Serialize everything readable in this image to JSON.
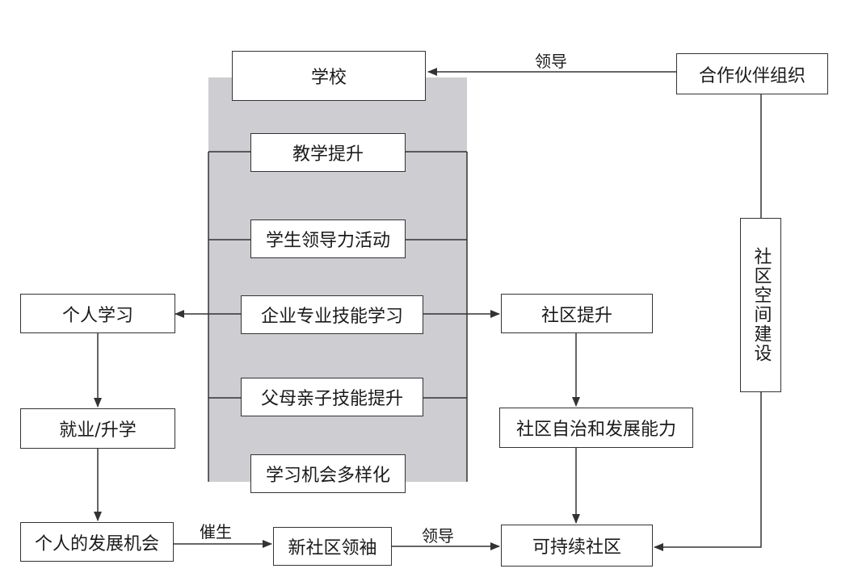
{
  "nodes": {
    "school": "学校",
    "teaching": "教学提升",
    "student_leadership": "学生领导力活动",
    "enterprise_skills": "企业专业技能学习",
    "parent_skills": "父母亲子技能提升",
    "diverse_learning": "学习机会多样化",
    "partner_org": "合作伙伴组织",
    "community_space": "社区空间建设",
    "personal_learning": "个人学习",
    "employment": "就业/升学",
    "personal_development": "个人的发展机会",
    "new_leaders": "新社区领袖",
    "community_upgrade": "社区提升",
    "community_autonomy": "社区自治和发展能力",
    "sustainable_community": "可持续社区"
  },
  "edges": {
    "partner_to_school": "领导",
    "development_to_leaders": "催生",
    "leaders_to_sustainable": "领导"
  },
  "colors": {
    "panel": "#cdcdd2",
    "stroke": "#333333"
  }
}
